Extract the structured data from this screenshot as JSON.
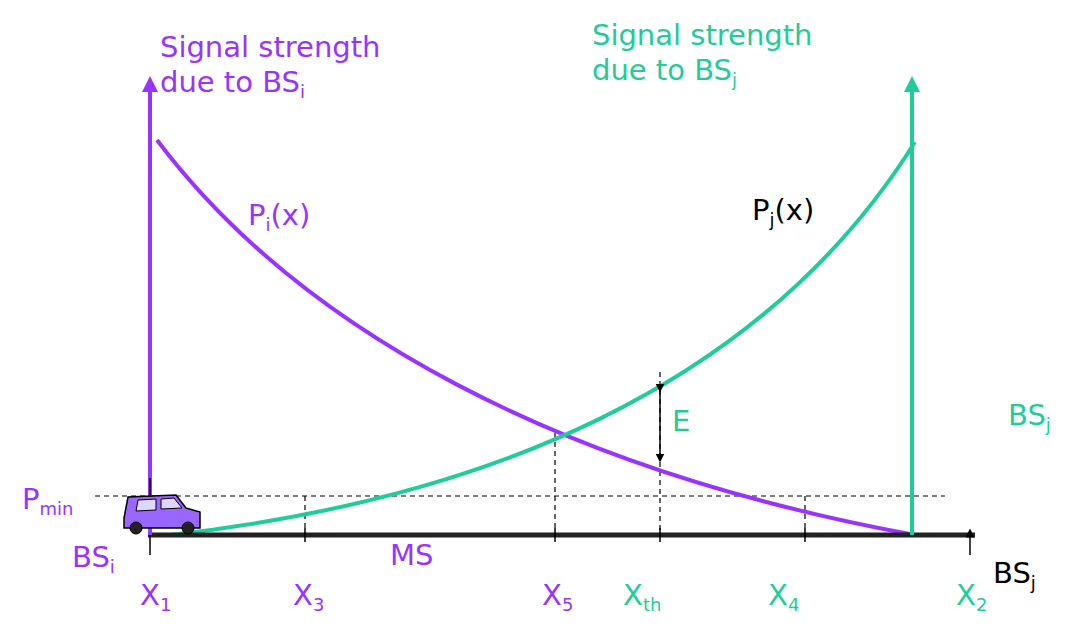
{
  "diagram": {
    "labels": [
      "Signal strength due to BSi",
      "Signal strength due to BSj",
      "Pi(x)",
      "Pj(x)",
      "E",
      "BSj",
      "Pmin",
      "BSi",
      "MS",
      "BSj",
      "X1",
      "X3",
      "X5",
      "Xth",
      "X4",
      "X2"
    ]
  }
}
